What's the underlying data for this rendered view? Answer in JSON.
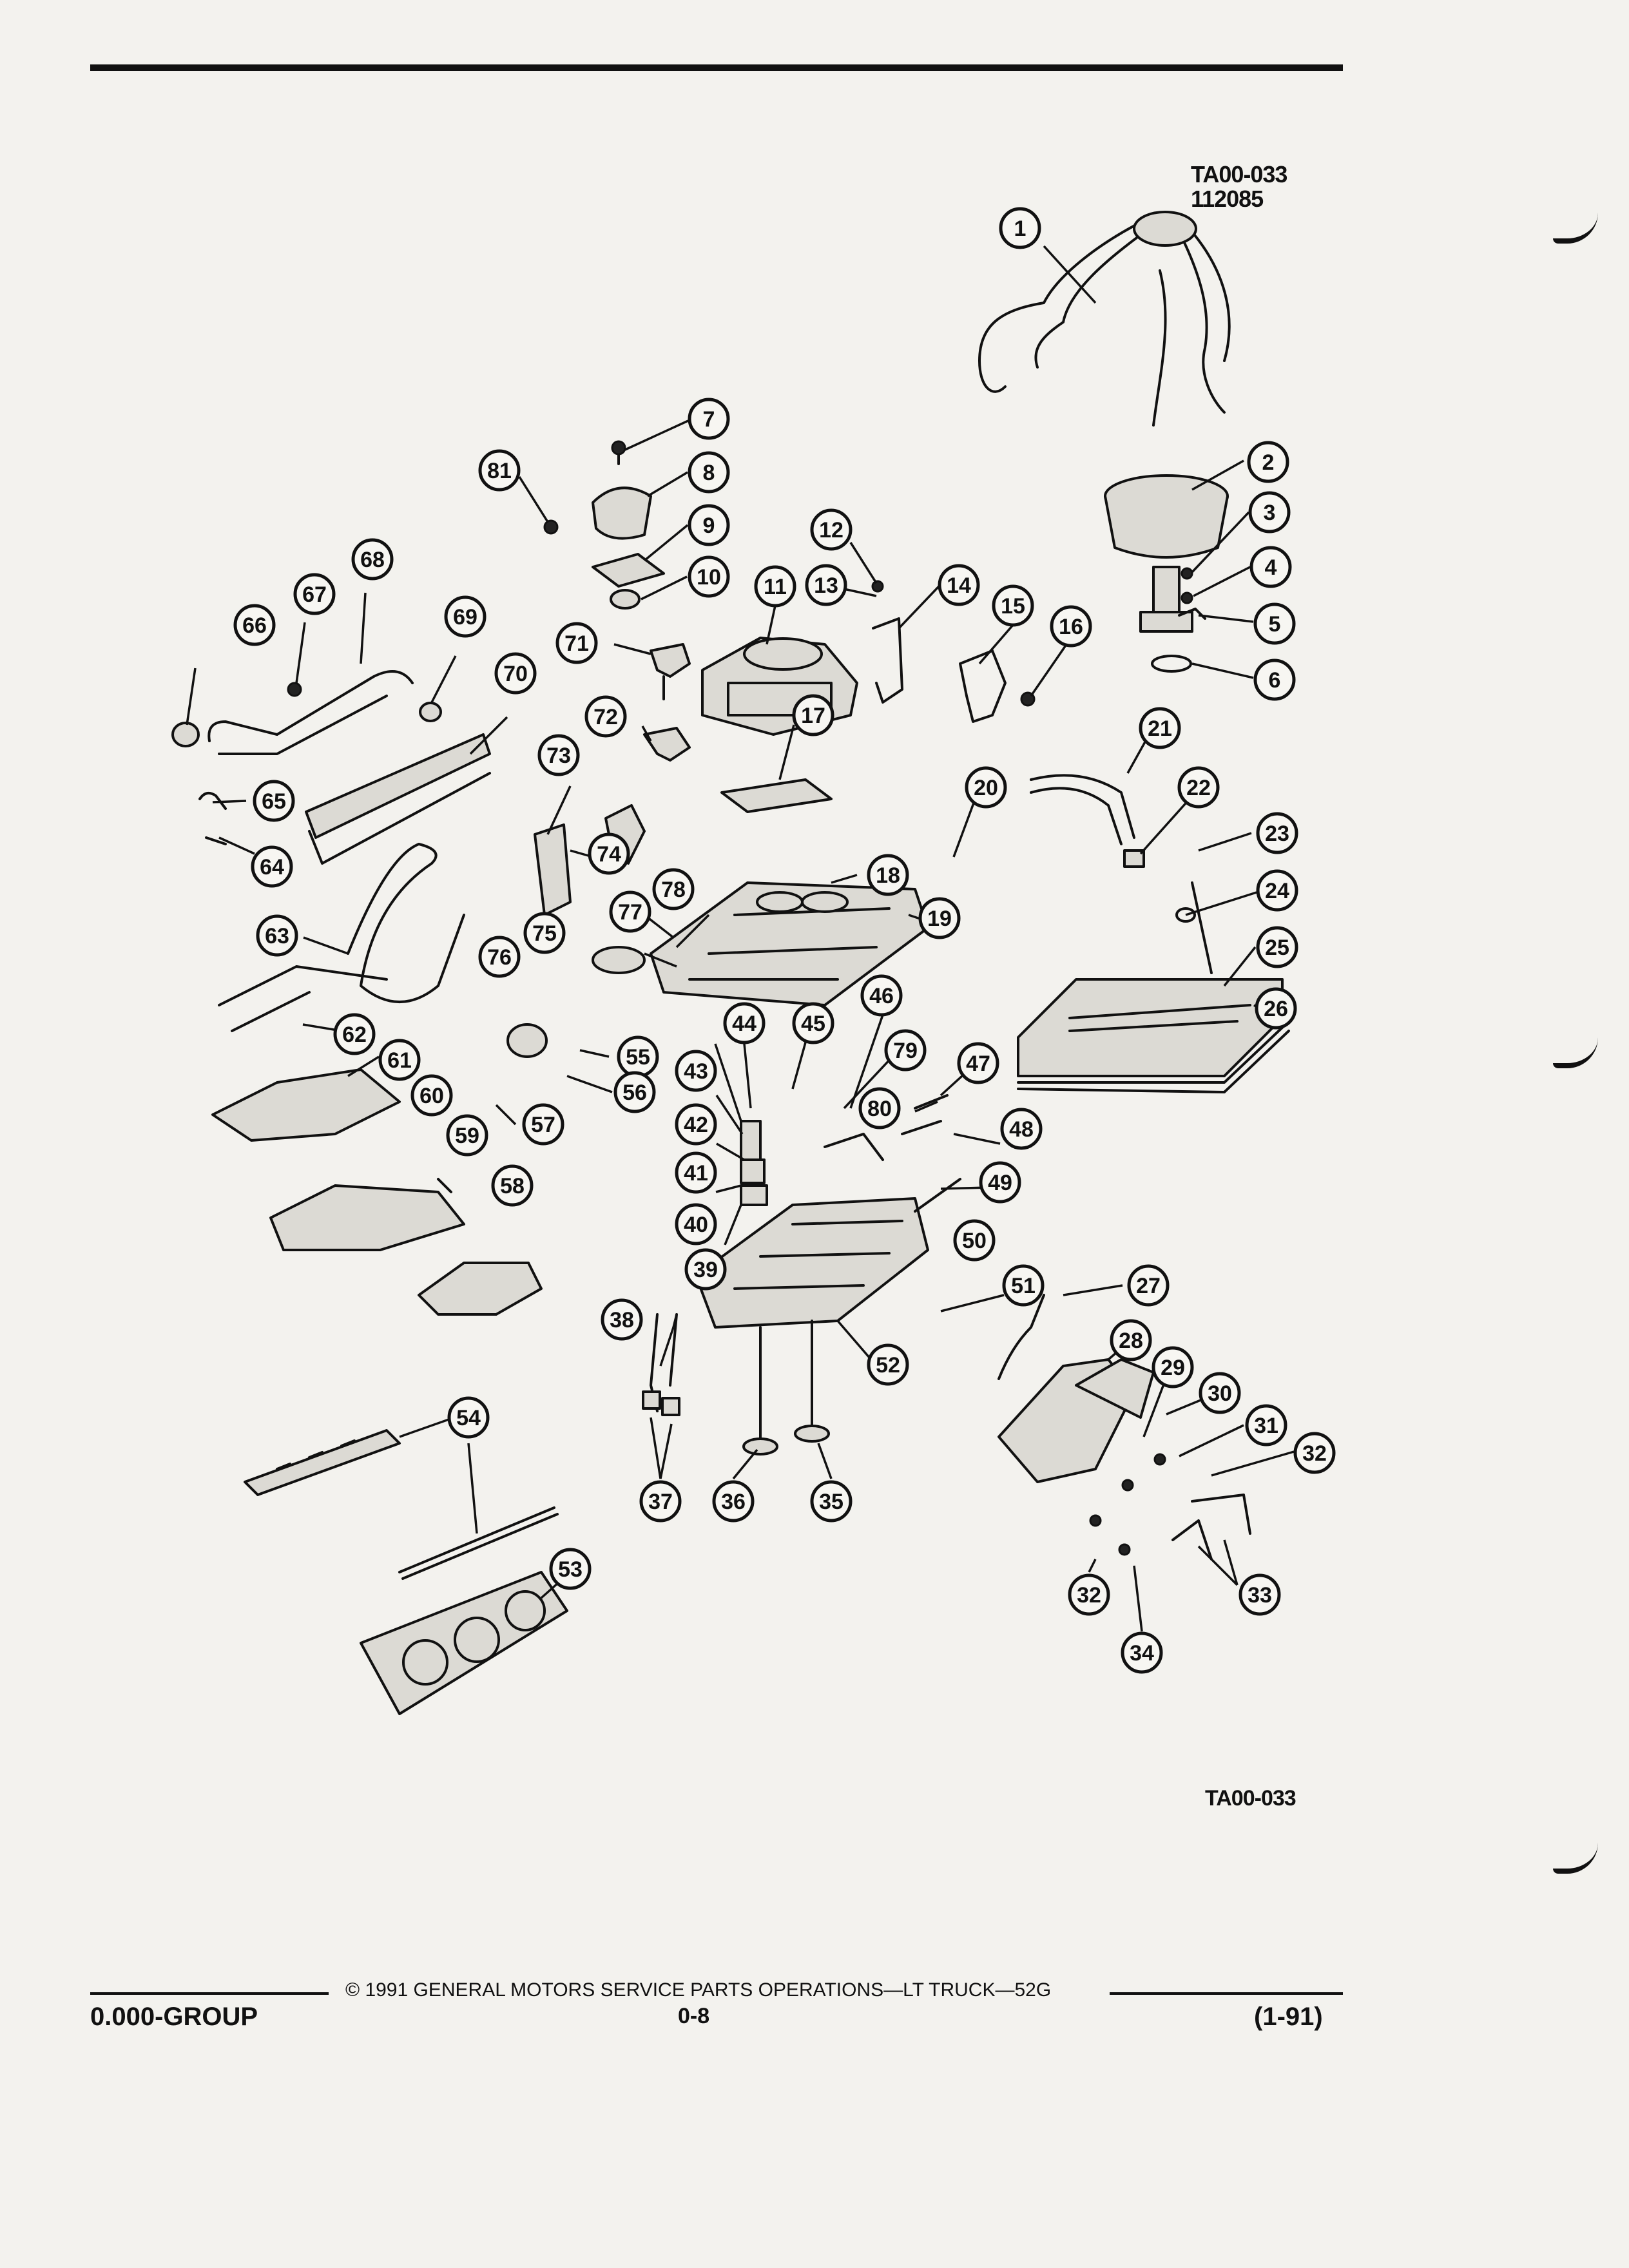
{
  "figure": {
    "id_top": "TA00-033",
    "code_top": "112085",
    "id_bottom": "TA00-033"
  },
  "callouts": [
    "1",
    "2",
    "3",
    "4",
    "5",
    "6",
    "7",
    "8",
    "9",
    "10",
    "11",
    "12",
    "13",
    "14",
    "15",
    "16",
    "17",
    "18",
    "19",
    "20",
    "21",
    "22",
    "23",
    "24",
    "25",
    "26",
    "27",
    "28",
    "29",
    "30",
    "31",
    "32",
    "32",
    "33",
    "34",
    "35",
    "36",
    "37",
    "38",
    "39",
    "40",
    "41",
    "42",
    "43",
    "44",
    "45",
    "46",
    "47",
    "48",
    "49",
    "50",
    "51",
    "52",
    "53",
    "54",
    "55",
    "56",
    "57",
    "58",
    "59",
    "60",
    "61",
    "62",
    "63",
    "64",
    "65",
    "66",
    "67",
    "68",
    "69",
    "70",
    "71",
    "72",
    "73",
    "74",
    "75",
    "76",
    "77",
    "78",
    "79",
    "80",
    "81"
  ],
  "footer": {
    "copyright": "© 1991  GENERAL MOTORS SERVICE PARTS OPERATIONS—LT TRUCK—52G",
    "group": "0.000-GROUP",
    "page": "0-8",
    "revision": "(1-91)"
  }
}
